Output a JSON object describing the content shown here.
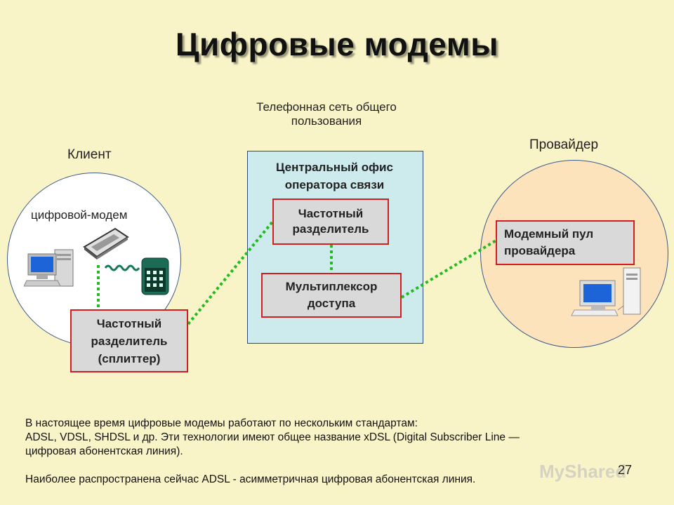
{
  "title": "Цифровые модемы",
  "network_label": [
    "Телефонная сеть общего",
    "пользования"
  ],
  "client_label": "Клиент",
  "provider_label": "Провайдер",
  "modem_label": "цифровой-модем",
  "office": {
    "title": [
      "Центральный офис",
      "оператора связи"
    ]
  },
  "nodes": {
    "office_splitter": [
      "Частотный",
      "разделитель"
    ],
    "multiplexer": [
      "Мультиплексор",
      "доступа"
    ],
    "client_splitter": [
      "Частотный",
      "разделитель",
      "(сплиттер)"
    ],
    "modem_pool": [
      "Модемный пул",
      "провайдера"
    ]
  },
  "body": {
    "line1": "В настоящее время цифровые модемы работают по нескольким стандартам:",
    "line2": "ADSL, VDSL, SHDSL и др. Эти технологии имеют общее название xDSL (Digital Subscriber Line —",
    "line3": "цифровая абонентская линия).",
    "line4": "Наиболее распространена сейчас ADSL - асимметричная цифровая абонентская линия."
  },
  "page_number": "27",
  "watermark": "MyShared",
  "colors": {
    "background": "#f9f4c8",
    "node_border": "#d21e1e",
    "link": "#22bb22",
    "office_fill": "#cdebec",
    "provider_fill": "#fde3bb"
  }
}
